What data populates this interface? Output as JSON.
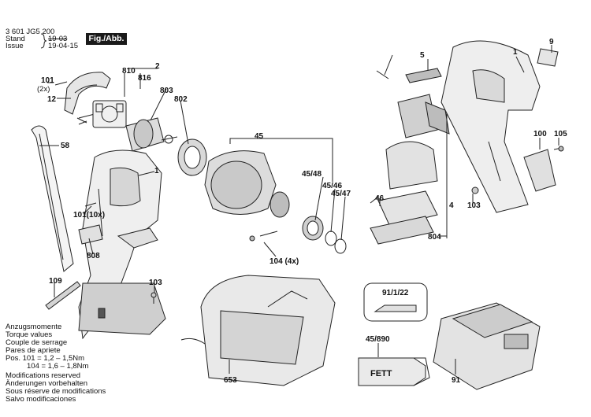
{
  "header": {
    "doc_number": "3 601 JG5 200",
    "stand_label": "Stand",
    "issue_label": "Issue",
    "stand_date": "19-03",
    "issue_date": "19-04-15",
    "figure_label": "Fig./Abb. 1"
  },
  "torque_notes": {
    "line1": "Anzugsmomente",
    "line2": "Torque values",
    "line3": "Couple de serrage",
    "line4": "Pares de apriete",
    "line5": "Pos. 101 = 1,2 – 1,5Nm",
    "line6": "104 = 1,6 – 1,8Nm"
  },
  "modification_notes": {
    "line1": "Modifications reserved",
    "line2": "Änderungen vorbehalten",
    "line3": "Sous réserve de modifications",
    "line4": "Salvo modificaciones"
  },
  "grease_label": "FETT",
  "parts": {
    "p101_2x": "101",
    "p101_2x_qty": "(2x)",
    "p12": "12",
    "p810": "810",
    "p816": "816",
    "p2": "2",
    "p803": "803",
    "p802": "802",
    "p58": "58",
    "p1_left": "1",
    "p101_10x": "101(10x)",
    "p808": "808",
    "p109": "109",
    "p103_left": "103",
    "p45": "45",
    "p45_48": "45/48",
    "p45_46": "45/46",
    "p45_47": "45/47",
    "p104_4x": "104 (4x)",
    "p5": "5",
    "p1_right": "1",
    "p9": "9",
    "p100": "100",
    "p105": "105",
    "p103_right": "103",
    "p46": "46",
    "p4": "4",
    "p804": "804",
    "p91_1_22": "91/1/22",
    "p653": "653",
    "p45_890": "45/890",
    "p91": "91"
  }
}
